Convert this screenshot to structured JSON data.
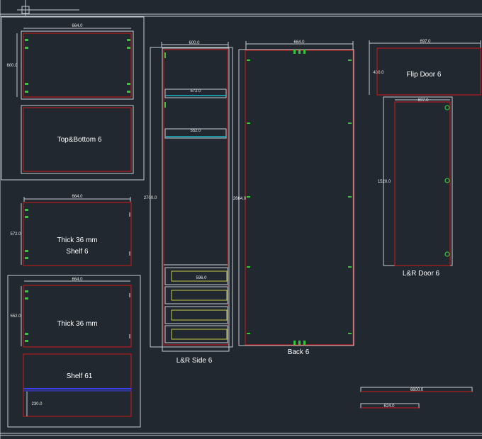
{
  "drawing": {
    "colors": {
      "background": "#212830",
      "panel_outline": "#d01818",
      "frame_line": "#c8cdd2",
      "dimension_text": "#e8e8e8",
      "label_text": "#ffffff",
      "hardware_green": "#35c43a",
      "shelf_cyan": "#19b8c8",
      "drawer_yellow": "#c8c84a",
      "edge_blue": "#3b3ff0"
    },
    "panels": {
      "top_bottom": {
        "label": "Top&Bottom 6",
        "dim_width": "664.0",
        "dim_height": "600.0"
      },
      "shelf_thick": {
        "label_line1": "Thick 36 mm",
        "label_line2": "Shelf 6",
        "dim_width": "664.0",
        "dim_height": "572.0"
      },
      "thick_lower": {
        "label": "Thick 36 mm",
        "dim_width": "664.0",
        "dim_height": "552.0"
      },
      "shelf_61": {
        "label": "Shelf 61",
        "dim_height": "230.0"
      },
      "lr_side": {
        "label": "L&R Side 6",
        "dim_width": "600.0",
        "dim_height": "2700.0",
        "dim_shelf1": "572.0",
        "dim_shelf2": "552.0",
        "dim_drawer": "596.0"
      },
      "back": {
        "label": "Back 6",
        "dim_width": "664.0",
        "dim_height": "2664.0"
      },
      "flip_door": {
        "label": "Flip Door 6",
        "dim_width": "697.0",
        "dim_height": "430.0"
      },
      "lr_door": {
        "label": "L&R Door 6",
        "dim_width": "697.0",
        "dim_height": "1520.0"
      },
      "strip_long": {
        "dim": "6600.0"
      },
      "strip_short": {
        "dim": "624.0"
      }
    }
  }
}
